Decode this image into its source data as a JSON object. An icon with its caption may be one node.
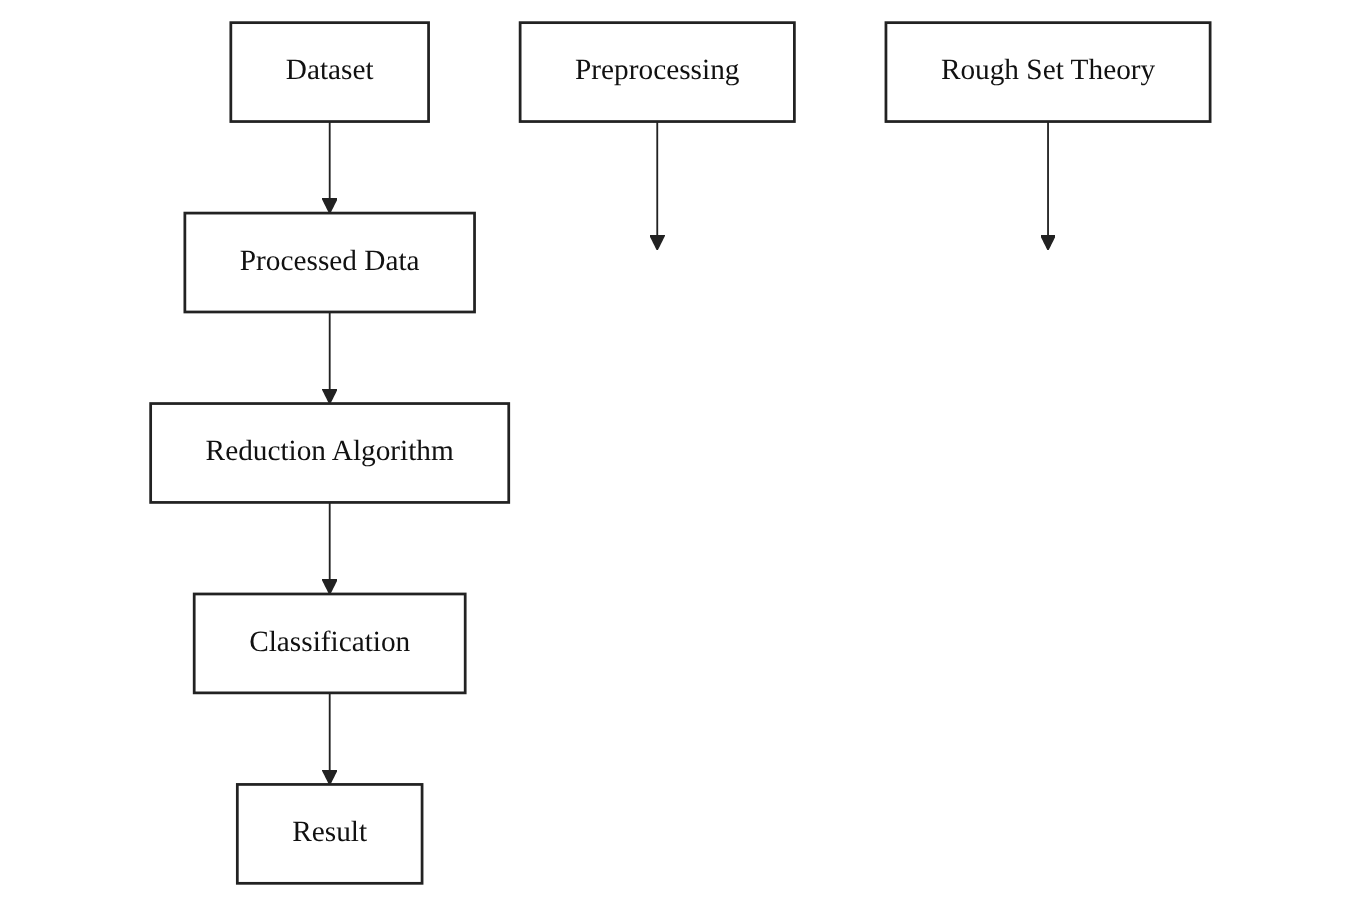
{
  "diagram": {
    "nodes": [
      {
        "text": [
          "Preprocessing"
        ]
      },
      {
        "text": [
          "Dataset"
        ]
      },
      {
        "text": [
          "Processed Data"
        ]
      },
      {
        "text": [
          "Rough Set Theory"
        ]
      },
      {
        "text": [
          "Reduction Algorithm"
        ]
      },
      {
        "text": [
          "Classification"
        ]
      },
      {
        "text": [
          "Result"
        ]
      }
    ],
    "edges": [
      {
        "from": 1,
        "to": 2,
        "arrow": "to"
      },
      {
        "from": 0,
        "to": null,
        "arrow": "to"
      },
      {
        "from": 2,
        "to": 4,
        "arrow": "to"
      },
      {
        "from": 3,
        "to": null,
        "arrow": "to"
      },
      {
        "from": 4,
        "to": 5,
        "arrow": "to"
      },
      {
        "from": 5,
        "to": 6,
        "arrow": "to"
      }
    ]
  }
}
